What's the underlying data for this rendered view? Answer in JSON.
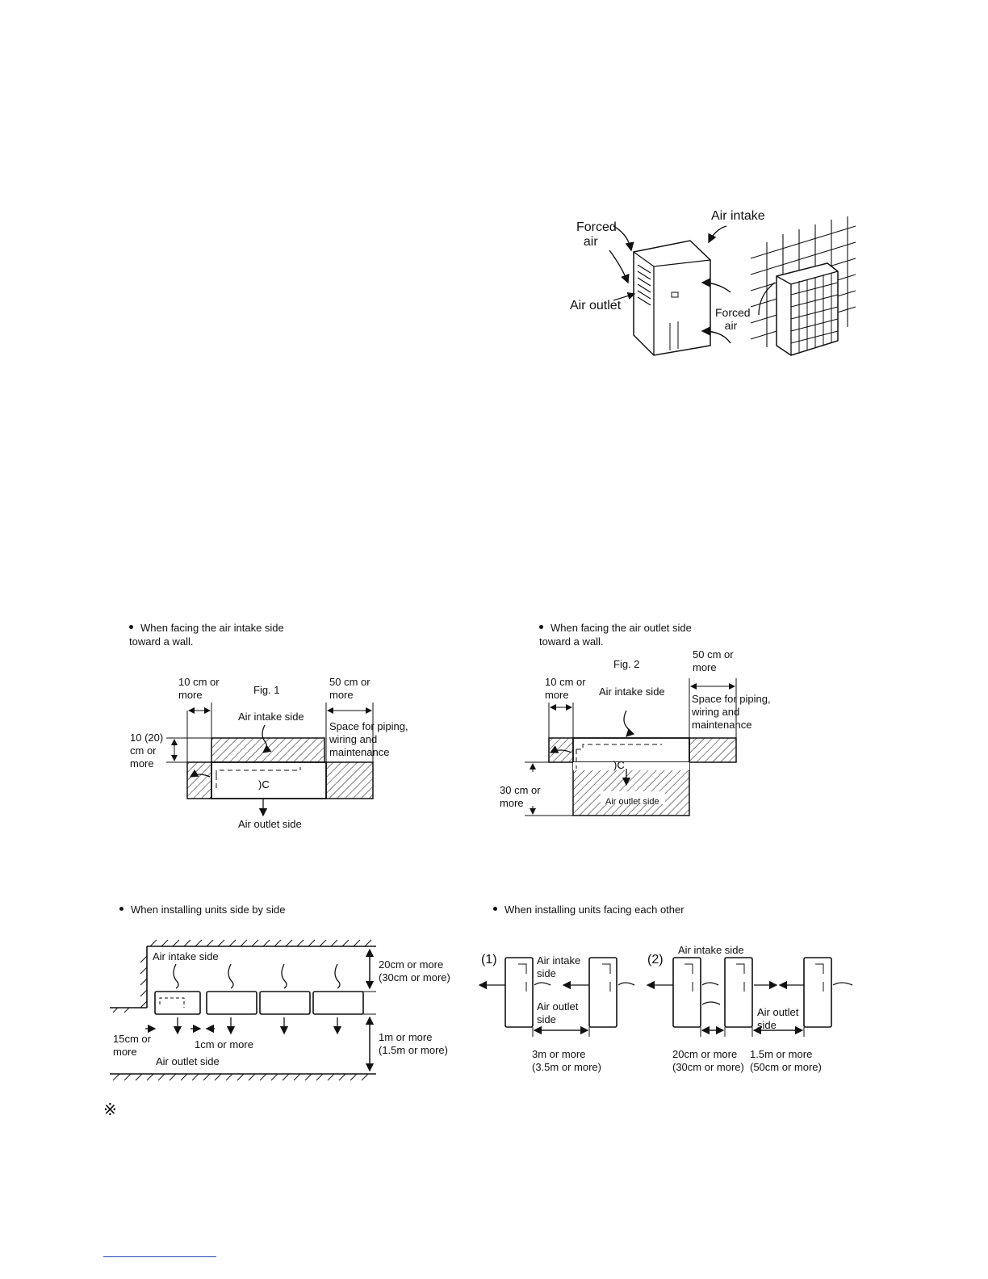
{
  "top_figure": {
    "forced_air_left": "Forced\n  air",
    "air_intake": "Air intake",
    "air_outlet": "Air outlet",
    "forced_air_right": "Forced\n   air"
  },
  "fig1": {
    "bullet": "When facing the air intake side\ntoward a wall.",
    "left_gap": "10 cm or\nmore",
    "title": "Fig. 1",
    "right_gap": "50 cm or\nmore",
    "side_gap": "10 (20)\ncm or\nmore",
    "air_intake_side": "Air intake side",
    "space_note": "Space for piping,\nwiring and\nmaintenance",
    "air_outlet_side": "Air outlet side"
  },
  "fig2": {
    "bullet": "When facing the air outlet side\ntoward a wall.",
    "top_gap": "50 cm or\nmore",
    "title": "Fig. 2",
    "left_gap": "10 cm or\nmore",
    "air_intake_side": "Air intake side",
    "space_note": "Space for piping,\nwiring and\nmaintenance",
    "front_gap": "30 cm or\nmore",
    "air_outlet_side": "Air outlet side"
  },
  "side_by_side": {
    "bullet": "When installing units side by side",
    "air_intake_side": "Air intake side",
    "top_gap": "20cm or more\n(30cm or more)",
    "left_gap": "15cm or\nmore",
    "between_gap": "1cm or more",
    "front_gap": "1m or more\n(1.5m or more)",
    "air_outlet_side": "Air outlet side"
  },
  "facing": {
    "bullet": "When installing units facing each other",
    "case1": "(1)",
    "case1_intake": "Air intake\nside",
    "case1_outlet": "Air outlet\nside",
    "case1_gap": "3m or more\n(3.5m or more)",
    "case2": "(2)",
    "case2_intake": "Air intake side",
    "case2_outlet": "Air outlet\nside",
    "case2_gap_a": "20cm or more\n(30cm or more)",
    "case2_gap_b": "1.5m or more\n(50cm or more)"
  },
  "note_symbol": "※"
}
